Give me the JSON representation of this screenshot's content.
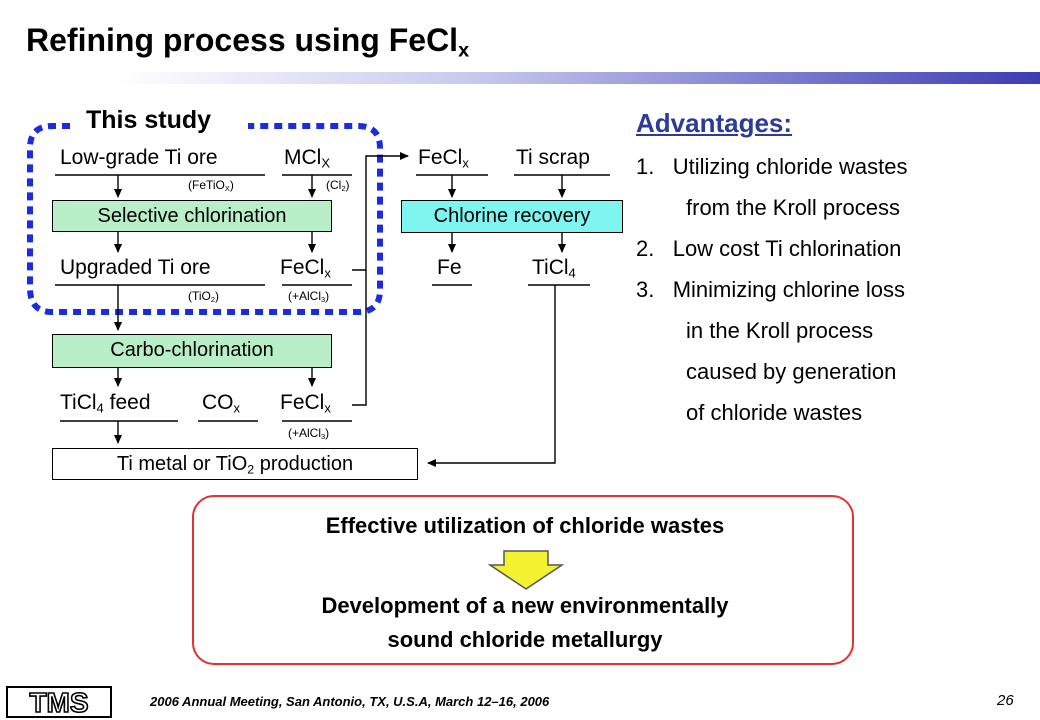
{
  "slide": {
    "title_main": "Refining process using FeCl",
    "title_sub": "x"
  },
  "diagram": {
    "study_label": "This study",
    "low_grade_ore": "Low-grade Ti ore",
    "fetiox_main": "(FeTiO",
    "fetiox_sub": "X",
    "fetiox_end": ")",
    "mclx_main": "MCl",
    "mclx_sub": "X",
    "cl2_main": "(Cl",
    "cl2_sub": "2",
    "cl2_end": ")",
    "selective_chlorination": "Selective chlorination",
    "upgraded_ore": "Upgraded Ti ore",
    "tio2_main": "(TiO",
    "tio2_sub": "2",
    "tio2_end": ")",
    "fecl_main": "FeCl",
    "fecl_sub": "x",
    "alcl3_main": "(+AlCl",
    "alcl3_sub": "3",
    "alcl3_end": ")",
    "carbo_chlorination": "Carbo-chlorination",
    "ticl_main": "TiCl",
    "ticl_sub": "4",
    "ticl_feed_end": " feed",
    "co_main": "CO",
    "co_sub": "x",
    "ti_prod_start": "Ti metal or TiO",
    "ti_prod_sub": "2",
    "ti_prod_end": " production",
    "ti_scrap": "Ti scrap",
    "chlorine_recovery": "Chlorine recovery",
    "fe": "Fe"
  },
  "advantages": {
    "title": "Advantages:",
    "items": [
      {
        "num": "1.",
        "lines": [
          "Utilizing chloride wastes",
          "from the Kroll process"
        ]
      },
      {
        "num": "2.",
        "lines": [
          "Low cost Ti chlorination"
        ]
      },
      {
        "num": "3.",
        "lines": [
          "Minimizing chlorine loss",
          "in the Kroll process",
          "caused by generation",
          "of chloride wastes"
        ]
      }
    ]
  },
  "conclusion": {
    "line1": "Effective utilization of chloride wastes",
    "line2": "Development of a new environmentally",
    "line3": "sound chloride metallurgy"
  },
  "footer": {
    "logo_text": "TMS",
    "meeting": "2006 Annual Meeting, San Antonio, TX, U.S.A, March 12–16, 2006",
    "page": "26"
  },
  "colors": {
    "green_box": "#b9efc8",
    "cyan_box": "#7ff5f0",
    "dotted_outline": "#1a2be0",
    "advantages_title": "#2c3c96",
    "conclusion_border": "#e53030",
    "arrow_fill": "#f2f230"
  }
}
